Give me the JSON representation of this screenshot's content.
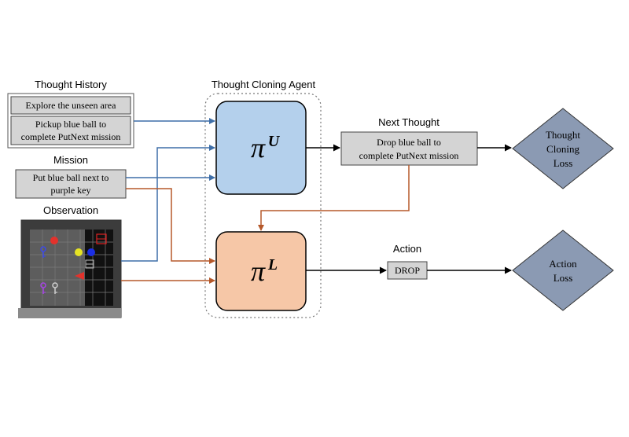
{
  "labels": {
    "thought_history": "Thought History",
    "thought_cloning_agent": "Thought Cloning Agent",
    "next_thought": "Next Thought",
    "mission": "Mission",
    "observation": "Observation",
    "action": "Action"
  },
  "thought_history": {
    "item1": "Explore the unseen area",
    "item2_line1": "Pickup blue ball to",
    "item2_line2": "complete PutNext mission"
  },
  "mission": {
    "line1": "Put blue ball next to",
    "line2": "purple key"
  },
  "next_thought": {
    "line1": "Drop blue ball to",
    "line2": "complete PutNext mission"
  },
  "action": {
    "value": "DROP"
  },
  "policies": {
    "upper_symbol": "π",
    "upper_superscript": "U",
    "lower_symbol": "π",
    "lower_superscript": "L"
  },
  "losses": {
    "thought_line1": "Thought",
    "thought_line2": "Cloning",
    "thought_line3": "Loss",
    "action_line1": "Action",
    "action_line2": "Loss"
  },
  "colors": {
    "blue_arrow": "#3f6fa8",
    "orange_arrow": "#b5582a",
    "upper_policy_fill": "#b4d0ec",
    "lower_policy_fill": "#f6c7a7",
    "grey_box_fill": "#d4d4d4",
    "loss_fill": "#8b9ab3"
  }
}
